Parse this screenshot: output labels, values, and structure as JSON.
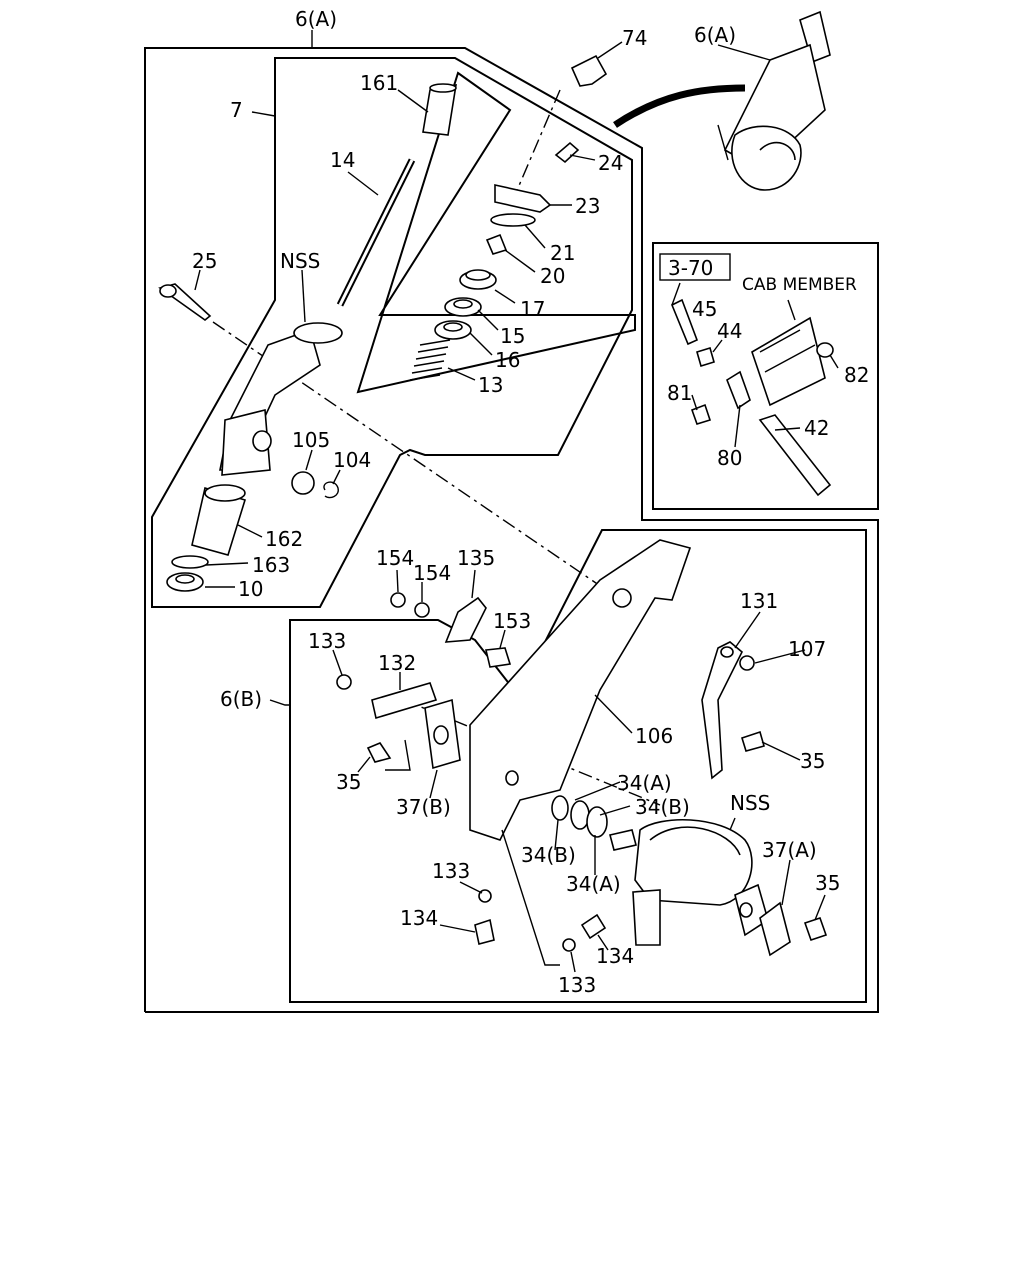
{
  "callouts": {
    "c6a_top": "6(A)",
    "c6a_inset": "6(A)",
    "c7": "7",
    "c161": "161",
    "c14": "14",
    "c74": "74",
    "c24": "24",
    "c23": "23",
    "c21": "21",
    "c20": "20",
    "c17": "17",
    "c15": "15",
    "c16": "16",
    "c13": "13",
    "c25": "25",
    "nss_top": "NSS",
    "c105": "105",
    "c104": "104",
    "c162": "162",
    "c163": "163",
    "c10": "10",
    "ref_3_70": "3-70",
    "cab_member": "CAB MEMBER",
    "c45": "45",
    "c44": "44",
    "c82": "82",
    "c81": "81",
    "c42": "42",
    "c80": "80",
    "c154a": "154",
    "c154b": "154",
    "c135": "135",
    "c153": "153",
    "c133a": "133",
    "c132": "132",
    "c131": "131",
    "c107": "107",
    "c6b": "6(B)",
    "c106": "106",
    "c35a": "35",
    "c35b": "35",
    "c37b": "37(B)",
    "c34a_top": "34(A)",
    "c34b_top": "34(B)",
    "nss_bottom": "NSS",
    "c34b_bot": "34(B)",
    "c37a": "37(A)",
    "c34a_bot": "34(A)",
    "c35c": "35",
    "c133b": "133",
    "c134a": "134",
    "c134b": "134",
    "c133c": "133"
  }
}
